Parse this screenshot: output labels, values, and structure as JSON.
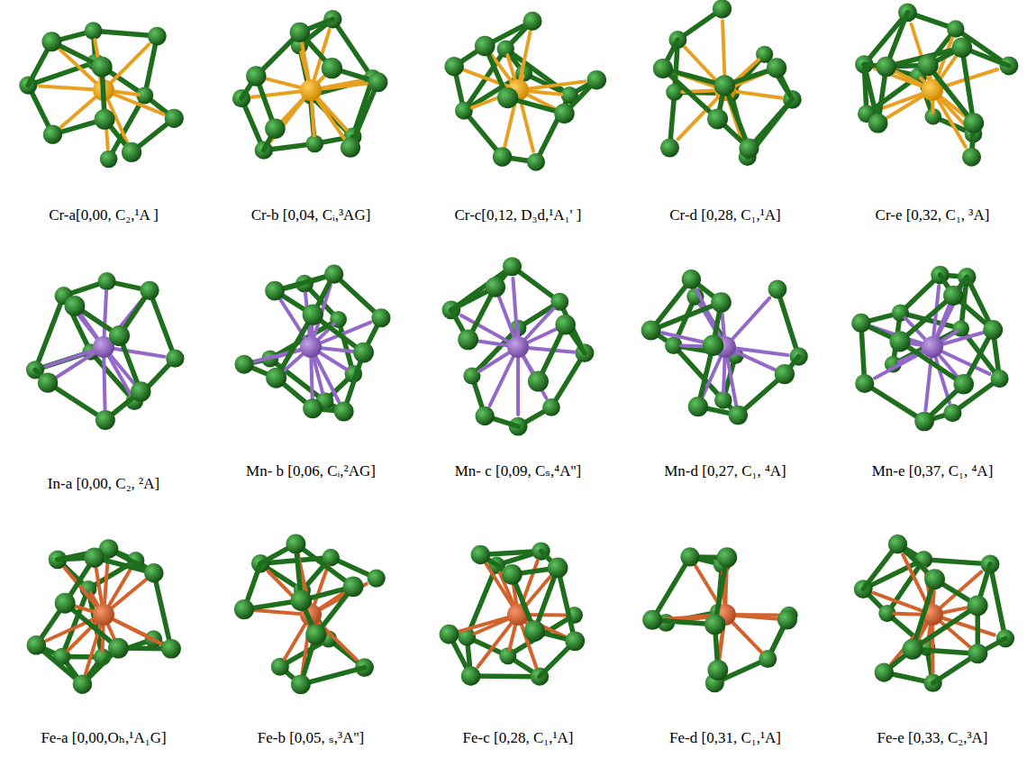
{
  "diagram": {
    "labels": [
      "Cr-a[0,00, C₂,¹A ]",
      "Cr-b [0,04, Cᵢ,³AG]",
      "Cr-c[0,12, D₃d,¹A₁' ]",
      "Cr-d [0,28, C₁,¹A]",
      "Cr-e [0,32, C₁, ³A]",
      "In-a [0,00, C₂, ²A]",
      "Mn- b [0,06, Cᵢ,²AG]",
      "Mn- c [0,09, Cₛ,⁴A'']",
      "Mn-d [0,27, C₁, ⁴A]",
      "Mn-e [0,37, C₁, ⁴A]",
      "Fe-a [0,00,Oₕ,¹A₁G]",
      "Fe-b [0,05, ₛ,³A'']",
      "Fe-c [0,28, C₁,¹A]",
      "Fe-d [0,31, C₁,¹A]",
      "Fe-e [0,33, C₂,³A]"
    ]
  }
}
